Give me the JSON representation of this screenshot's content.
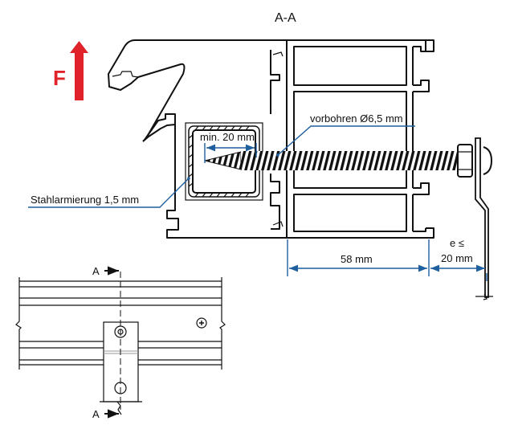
{
  "diagram": {
    "section_title": "A-A",
    "force_label": "F",
    "annotations": {
      "predrill": "vorbohren Ø6,5 mm",
      "min_depth": "min. 20 mm",
      "steel_reinforcement": "Stahlarmierung 1,5 mm",
      "dim_58": "58 mm",
      "dim_e_line1": "e ≤",
      "dim_e_line2": "20 mm"
    },
    "section_markers": {
      "top": "A",
      "bottom": "A"
    }
  },
  "colors": {
    "force_arrow": "#e0232a",
    "dimension_lines": "#1f5f9e",
    "outline": "#111111"
  }
}
